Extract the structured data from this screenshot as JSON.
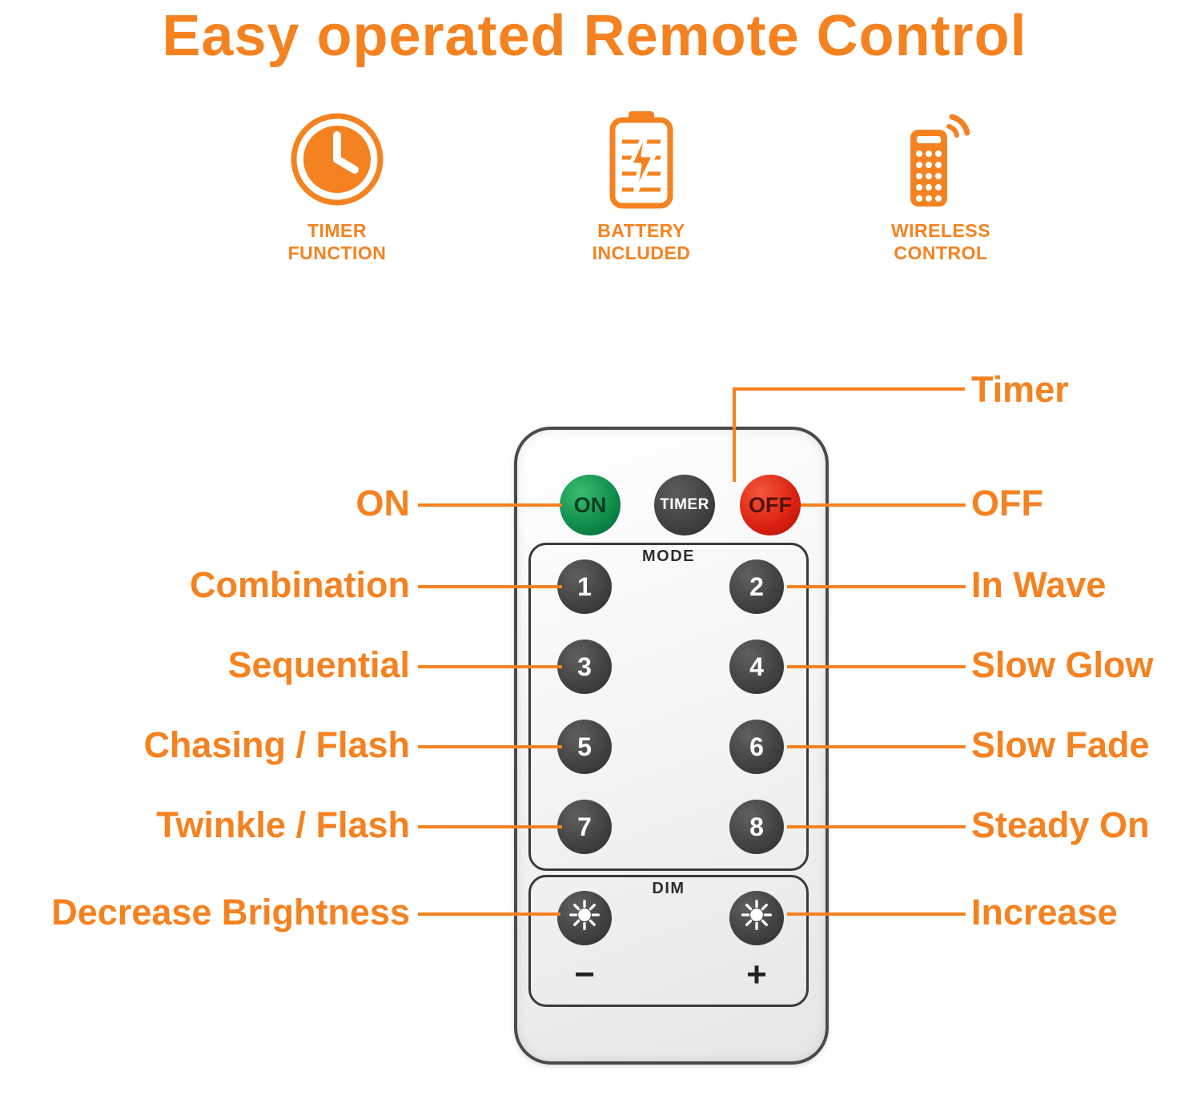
{
  "title": "Easy operated Remote Control",
  "features": {
    "items": [
      {
        "icon": "timer-clock-icon",
        "label_line1": "TIMER",
        "label_line2": "FUNCTION"
      },
      {
        "icon": "battery-icon",
        "label_line1": "BATTERY",
        "label_line2": "INCLUDED"
      },
      {
        "icon": "wireless-remote-icon",
        "label_line1": "WIRELESS",
        "label_line2": "CONTROL"
      }
    ]
  },
  "remote": {
    "power": [
      {
        "label": "ON"
      },
      {
        "label": "TIMER"
      },
      {
        "label": "OFF"
      }
    ],
    "mode_section_label": "MODE",
    "mode_buttons": [
      {
        "label": "1"
      },
      {
        "label": "2"
      },
      {
        "label": "3"
      },
      {
        "label": "4"
      },
      {
        "label": "5"
      },
      {
        "label": "6"
      },
      {
        "label": "7"
      },
      {
        "label": "8"
      }
    ],
    "dim_section_label": "DIM",
    "dim_buttons": [
      {
        "icon": "brightness-sun-icon",
        "sign": "−"
      },
      {
        "icon": "brightness-sun-icon",
        "sign": "+"
      }
    ]
  },
  "callouts": {
    "left": [
      {
        "label": "ON"
      },
      {
        "label": "Combination"
      },
      {
        "label": "Sequential"
      },
      {
        "label": "Chasing / Flash"
      },
      {
        "label": "Twinkle / Flash"
      },
      {
        "label": "Decrease Brightness"
      }
    ],
    "right": [
      {
        "label": "Timer"
      },
      {
        "label": "OFF"
      },
      {
        "label": "In Wave"
      },
      {
        "label": "Slow Glow"
      },
      {
        "label": "Slow Fade"
      },
      {
        "label": "Steady On"
      },
      {
        "label": "Increase"
      }
    ]
  },
  "colors": {
    "accent": "#F58220",
    "green_on": "#0E8A4A",
    "red_off": "#D81F0F",
    "button_dark": "#3C3C3C",
    "remote_border": "#4A4A4A"
  }
}
